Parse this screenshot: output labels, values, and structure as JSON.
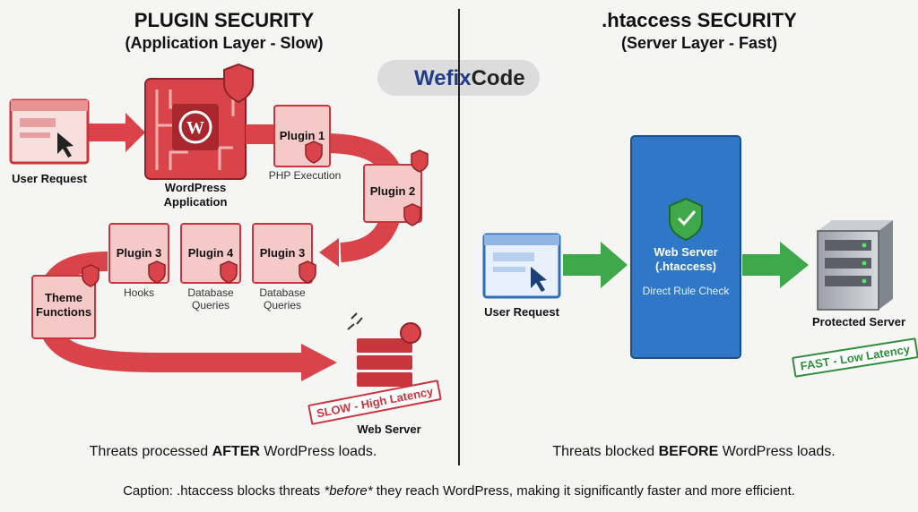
{
  "left": {
    "title": "PLUGIN SECURITY",
    "subtitle": "(Application Layer - Slow)",
    "user_request": "User Request",
    "wordpress_app": [
      "WordPress",
      "Application"
    ],
    "plugin1": "Plugin 1",
    "php_execution": "PHP Execution",
    "plugin2": "Plugin 2",
    "plugin3a": "Plugin 3",
    "hooks": "Hooks",
    "plugin4": "Plugin 4",
    "db_queries_1": [
      "Database",
      "Queries"
    ],
    "plugin3b": "Plugin 3",
    "db_queries_2": [
      "Database",
      "Queries"
    ],
    "theme_functions": [
      "Theme",
      "Functions"
    ],
    "web_server": "Web Server",
    "slow_stamp": "SLOW - High Latency",
    "footer_pre": "Threats processed ",
    "footer_bold": "AFTER",
    "footer_post": " WordPress loads."
  },
  "right": {
    "title": ".htaccess SECURITY",
    "subtitle": "(Server Layer - Fast)",
    "user_request": "User Request",
    "web_server": "Web Server",
    "htaccess": "(.htaccess)",
    "direct_rule": "Direct Rule Check",
    "protected_server": "Protected Server",
    "fast_stamp": "FAST - Low Latency",
    "footer_pre": "Threats blocked ",
    "footer_bold": "BEFORE",
    "footer_post": " WordPress loads."
  },
  "logo": {
    "brand1": "Wefix",
    "brand2": "Code"
  },
  "caption": {
    "pre": "Caption: .htaccess blocks threats ",
    "em": "*before*",
    "post": " they reach WordPress, making it significantly faster and more efficient."
  },
  "colors": {
    "red": "#d9434a",
    "red_light": "#f6c9c9",
    "blue": "#2e78c7",
    "green": "#3ea84a",
    "green_stamp": "#2f8f3a",
    "navy": "#1f3d8a"
  }
}
